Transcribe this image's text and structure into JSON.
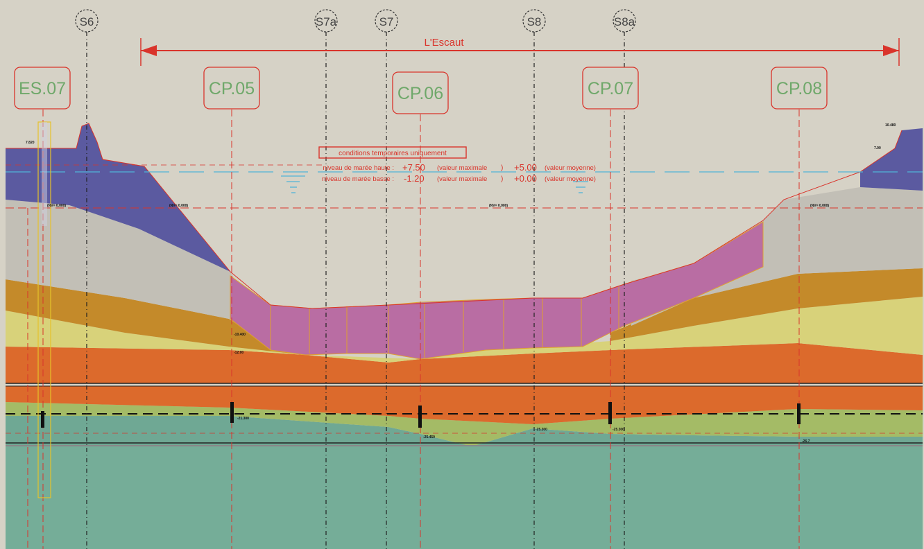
{
  "colors": {
    "background": "#d6d2c6",
    "annotation_red": "#d9342b",
    "borehole_green": "#6fa86a",
    "water_blue": "#4fb4d8",
    "layer_fill": "#5b5aa0",
    "layer_grey": "#c2bfb6",
    "layer_ochre": "#c48a2a",
    "layer_yellow": "#d8d27a",
    "layer_orange": "#dc6a2c",
    "layer_lime": "#a4bb66",
    "layer_teal": "#75ad98",
    "excavation_pink": "#b96da3"
  },
  "sections": [
    {
      "label": "S6"
    },
    {
      "label": "S7a"
    },
    {
      "label": "S7"
    },
    {
      "label": "S8"
    },
    {
      "label": "S8a"
    }
  ],
  "river_label": "L'Escaut",
  "boreholes": [
    {
      "label": "ES.07"
    },
    {
      "label": "CP.05"
    },
    {
      "label": "CP.06"
    },
    {
      "label": "CP.07"
    },
    {
      "label": "CP.08"
    }
  ],
  "notes": {
    "box_title": "conditions temporaires uniquement",
    "high_tide_label": "niveau de marée haute :",
    "high_tide_max": "+7.50",
    "high_tide_max_note": "(valeur maximale",
    "close_paren_1": ")",
    "high_tide_mean": "+5.00",
    "high_tide_mean_note": "(valeur moyenne)",
    "low_tide_label": "niveau de marée basse :",
    "low_tide_max": "-1.20",
    "low_tide_max_note": "(valeur maximale",
    "close_paren_2": ")",
    "low_tide_mean": "+0.00",
    "low_tide_mean_note": "(valeur moyenne)"
  },
  "small_labels": {
    "left_top_level": "7.820",
    "right_top_level": "10.480",
    "right_level_2": "7.00",
    "nv_left": "(NV= 0.000)",
    "nv_mid_left": "(NV= 0.000)",
    "nv_mid": "(NV= 0.000)",
    "nv_right": "(NV= 0.000)",
    "cp05_a": "-10.400",
    "cp05_b": "-12.00",
    "cp05_base": "-21.300",
    "cp06_base": "-25.450",
    "s8_base": "-25.300",
    "cp07_base": "-25.300",
    "cp08_base": "-26.7"
  }
}
